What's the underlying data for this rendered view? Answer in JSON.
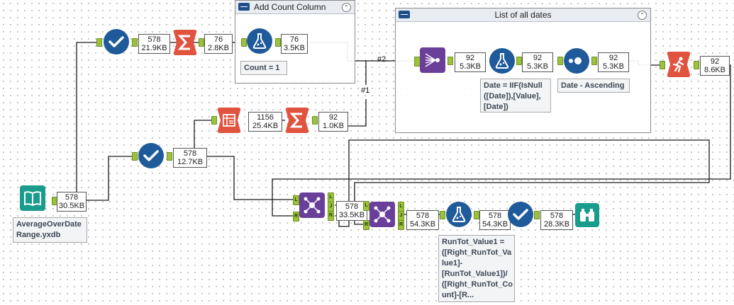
{
  "containers": {
    "add_count": {
      "title": "Add Count Column"
    },
    "list_dates": {
      "title": "List of all dates"
    }
  },
  "annotations": {
    "input_file": "AverageOverDate\nRange.yxdb",
    "count": "Count = 1",
    "date_formula": "Date = IIF(IsNull\n([Date]),[Value],\n[Date])",
    "sort": "Date - Ascending",
    "runtot_formula": "RunTot_Value1 =\n([Right_RunTot_Va\nlue1]-\n[RunTot_Value1])/\n([Right_RunTot_Co\nunt]-[R..."
  },
  "wire_labels": {
    "hash2": "#2",
    "hash1": "#1"
  },
  "badges": {
    "select1": [
      "578",
      "21.9KB"
    ],
    "summarize1": [
      "76",
      "2.8KB"
    ],
    "formula_count": [
      "76",
      "3.5KB"
    ],
    "generate_rows": [
      "92",
      "5.3KB"
    ],
    "formula_date": [
      "92",
      "5.3KB"
    ],
    "sort": [
      "92",
      "5.3KB"
    ],
    "running": [
      "92",
      "8.6KB"
    ],
    "transpose": [
      "1156",
      "25.4KB"
    ],
    "summarize2": [
      "92",
      "1.0KB"
    ],
    "select2": [
      "578",
      "12.7KB"
    ],
    "input": [
      "578",
      "30.5KB"
    ],
    "join1": [
      "578",
      "33.5KB"
    ],
    "join2": [
      "578",
      "54.3KB"
    ],
    "formula_runtot": [
      "578",
      "54.3KB"
    ],
    "select3": [
      "578",
      "28.3KB"
    ]
  },
  "anchor_labels": {
    "L": "L",
    "J": "J",
    "R": "R"
  },
  "colors": {
    "select": "#1f5a9a",
    "summarize": "#e0533f",
    "formula": "#1f5a9a",
    "generate": "#6a3f9a",
    "sort": "#1f5a9a",
    "runningtotal": "#e0533f",
    "transpose": "#e0533f",
    "join": "#6a3f9a",
    "input": "#199c8c",
    "browse": "#199c8c",
    "anchor": "#9bc23d"
  },
  "icons": {
    "select": "check-circle-icon",
    "summarize": "sigma-icon",
    "formula": "flask-icon",
    "generate": "generate-rows-icon",
    "sort": "sort-dots-icon",
    "runningtotal": "running-person-icon",
    "transpose": "transpose-table-icon",
    "join": "join-icon",
    "input": "book-icon",
    "browse": "binoculars-icon"
  }
}
